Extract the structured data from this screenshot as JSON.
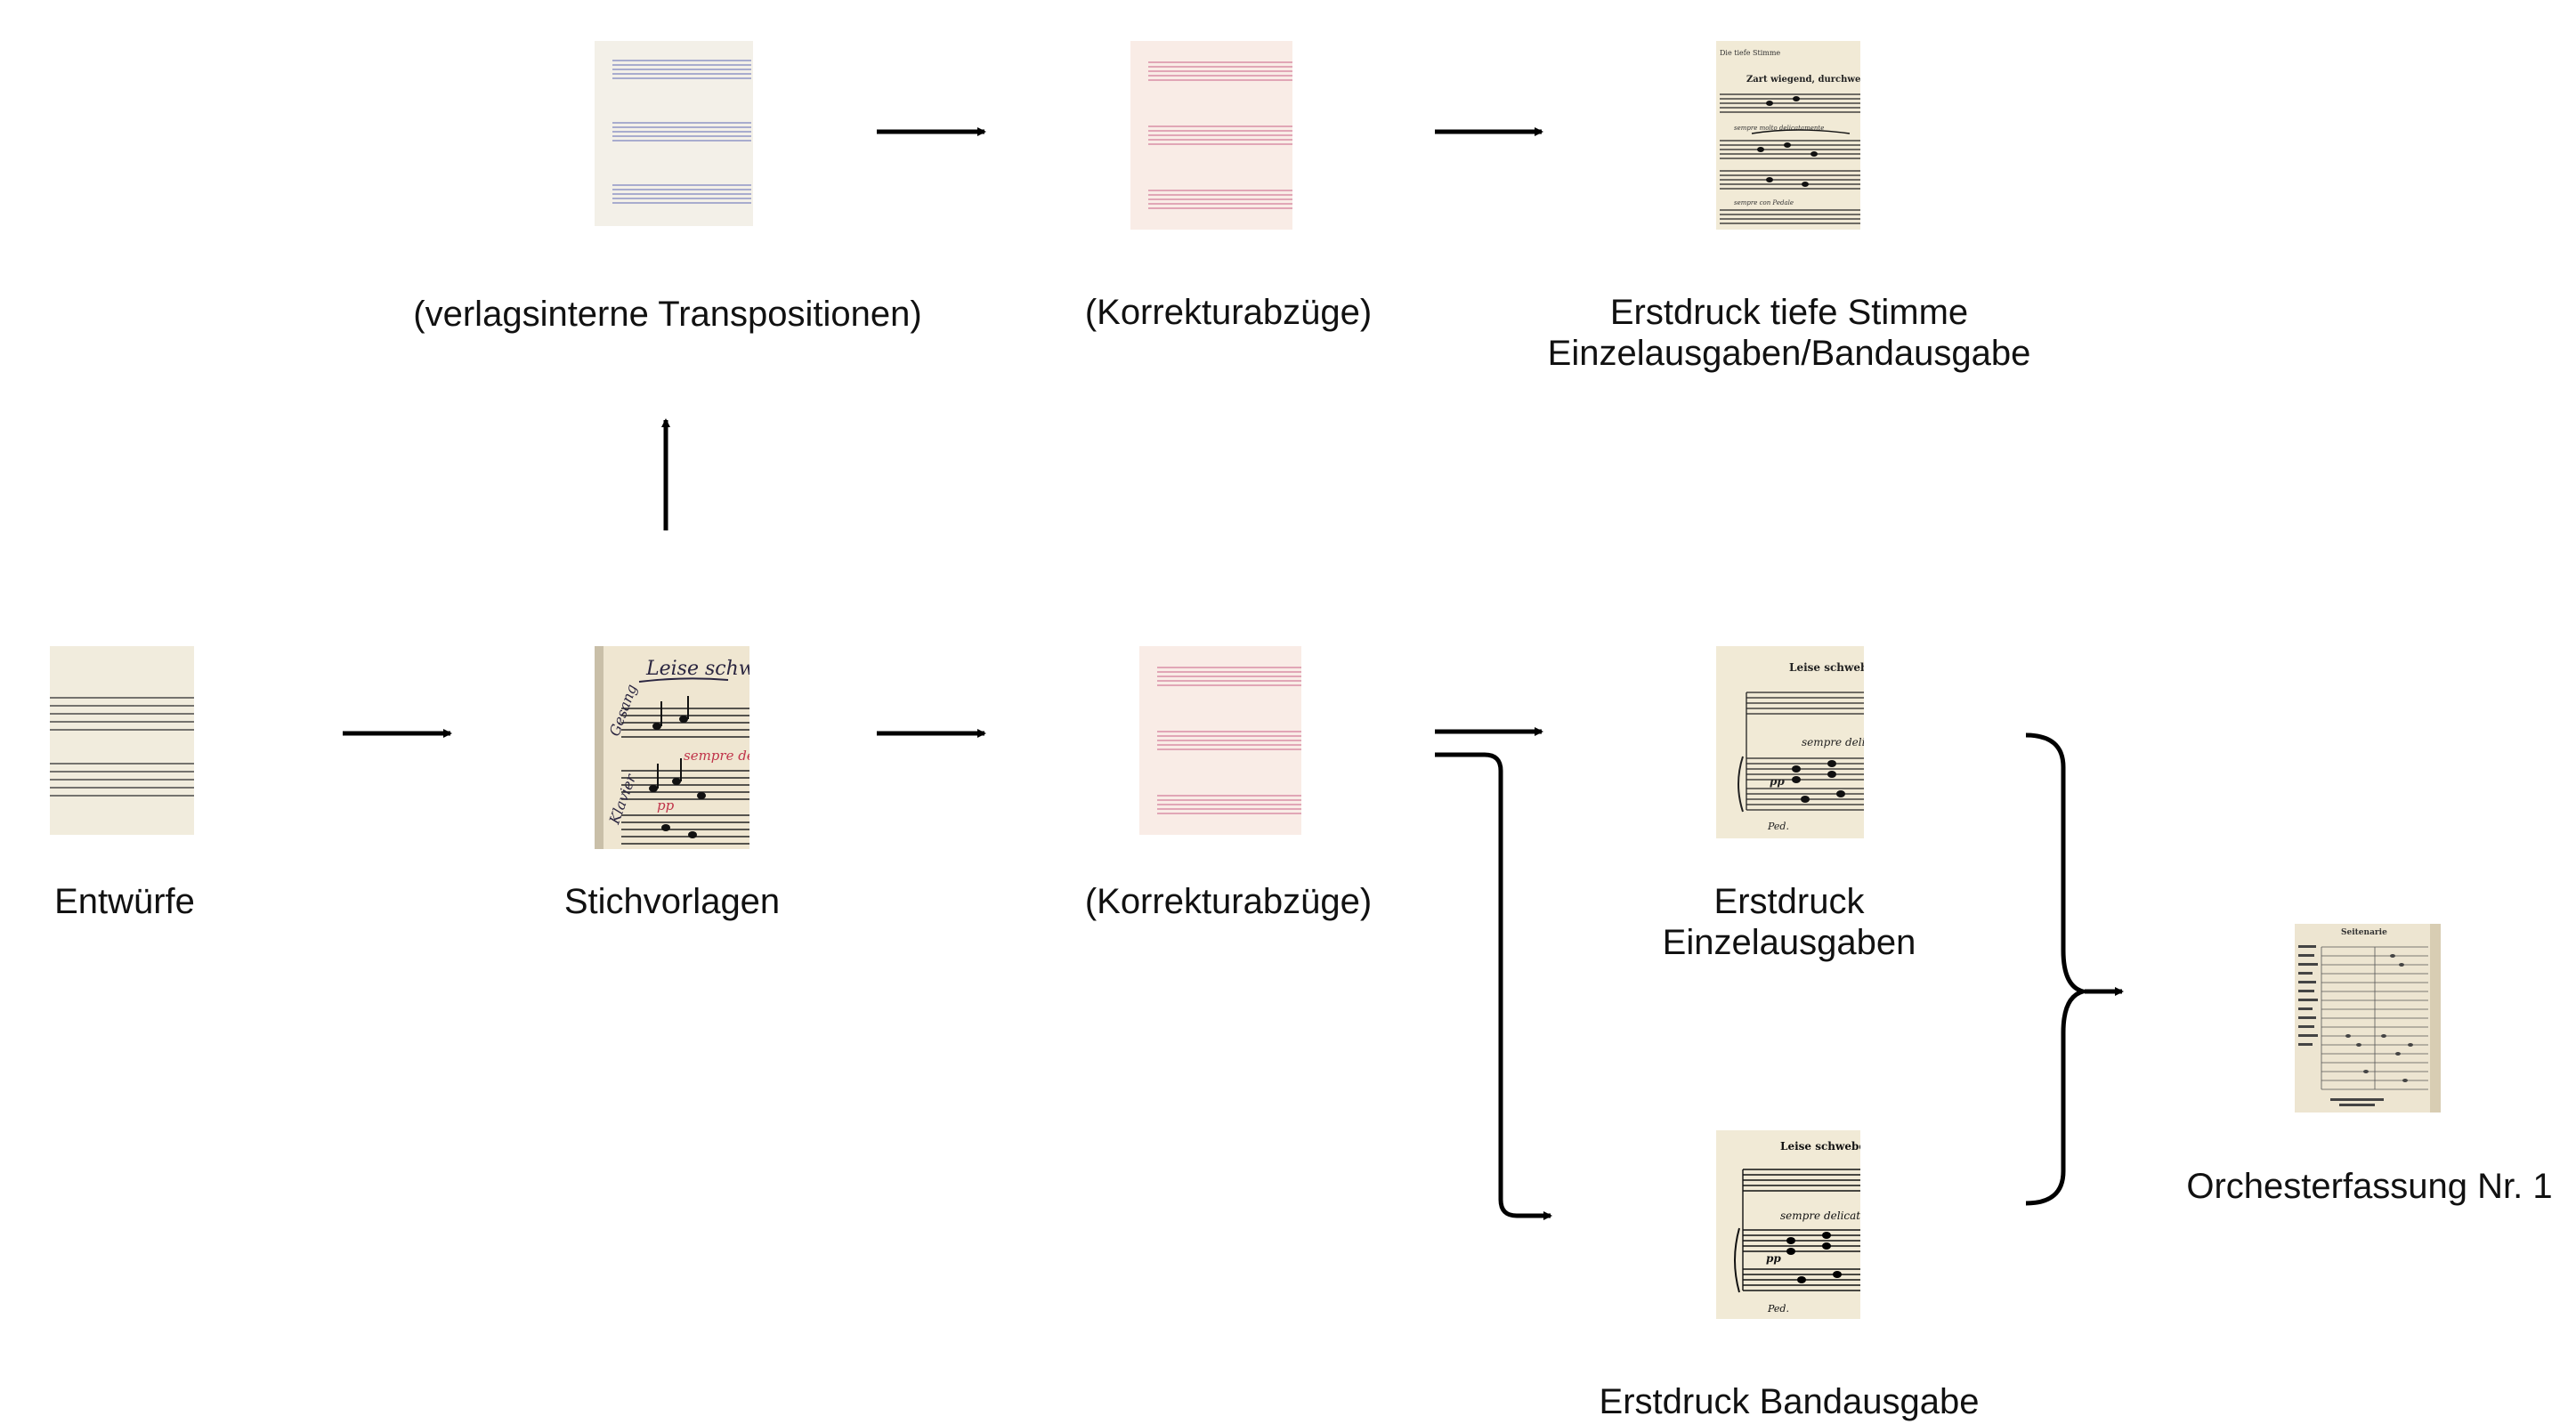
{
  "diagram": {
    "nodes": [
      {
        "id": "entwuerfe",
        "lines": [
          "Entwürfe"
        ],
        "thumbnail": "blank-staff-paper-icon"
      },
      {
        "id": "stichvorlagen",
        "lines": [
          "Stichvorlagen"
        ],
        "thumbnail": "handwritten-manuscript-icon"
      },
      {
        "id": "korrektur-unten",
        "lines": [
          "(Korrekturabzüge)"
        ],
        "thumbnail": "pink-staff-paper-icon"
      },
      {
        "id": "transpositionen",
        "lines": [
          "(verlagsinterne Transpositionen)"
        ],
        "thumbnail": "blue-staff-paper-icon"
      },
      {
        "id": "korrektur-oben",
        "lines": [
          "(Korrekturabzüge)"
        ],
        "thumbnail": "pink-staff-paper-icon"
      },
      {
        "id": "tiefe-stimme",
        "lines": [
          "Erstdruck tiefe Stimme",
          "Einzelausgaben/Bandausgabe"
        ],
        "thumbnail": "printed-score-icon"
      },
      {
        "id": "einzelausgaben",
        "lines": [
          "Erstdruck",
          "Einzelausgaben"
        ],
        "thumbnail": "printed-score-icon",
        "score_text": [
          "Leise schweben",
          "sempre delic",
          "pp",
          "Ped."
        ]
      },
      {
        "id": "bandausgabe",
        "lines": [
          "Erstdruck Bandausgabe"
        ],
        "thumbnail": "printed-score-icon",
        "score_text": [
          "Leise schwebend",
          "sempre delicat",
          "pp",
          "Ped."
        ]
      },
      {
        "id": "orchester",
        "lines": [
          "Orchesterfassung Nr. 1"
        ],
        "thumbnail": "orchestral-score-icon"
      }
    ],
    "edges": [
      {
        "from": "entwuerfe",
        "to": "stichvorlagen"
      },
      {
        "from": "stichvorlagen",
        "to": "transpositionen"
      },
      {
        "from": "stichvorlagen",
        "to": "korrektur-unten"
      },
      {
        "from": "transpositionen",
        "to": "korrektur-oben"
      },
      {
        "from": "korrektur-oben",
        "to": "tiefe-stimme"
      },
      {
        "from": "korrektur-unten",
        "to": "einzelausgaben"
      },
      {
        "from": "korrektur-unten",
        "to": "bandausgabe"
      },
      {
        "from": "einzelausgaben",
        "to": "orchester"
      },
      {
        "from": "bandausgabe",
        "to": "orchester"
      }
    ],
    "manuscript_text": [
      "Leise schwebend",
      "Gesang",
      "Klavier",
      "sempre delic",
      "pp"
    ],
    "score_header": [
      "Die tiefe Stimme",
      "Zart wiegend, durchweg leise und",
      "sempre molto delicatamente",
      "sempre con Pedale"
    ],
    "orchestral_title": "Seitenarie",
    "colors": {
      "paper": "#f2eee3",
      "paper_pink": "#f8ebe4",
      "staff_blue": "#8e94c4",
      "staff_pink": "#d88ea4",
      "staff_black": "#3a3a3a",
      "arrow": "#000000"
    }
  }
}
